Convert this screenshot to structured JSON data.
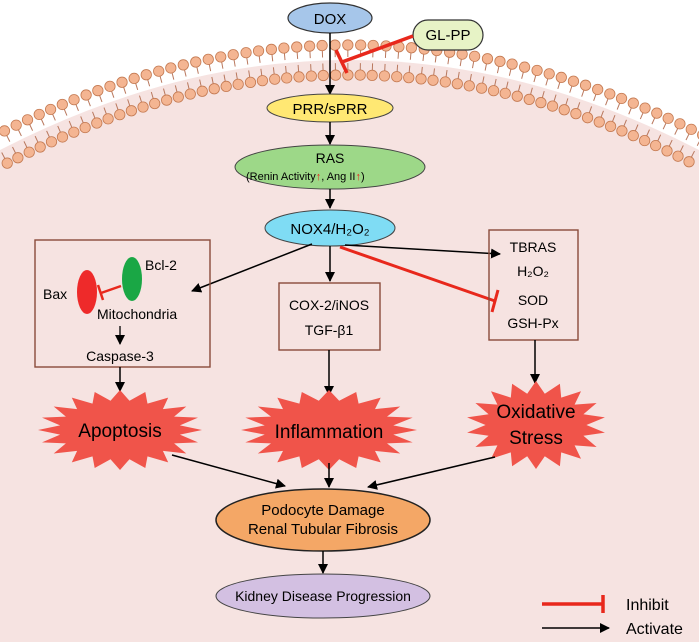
{
  "nodes": {
    "dox": "DOX",
    "glpp": "GL-PP",
    "prr": "PRR/sPRR",
    "ras": "RAS",
    "ras_sub_open": "(Renin Activity",
    "ras_sub_mid": ", Ang II",
    "ras_sub_close": ")",
    "nox": "NOX4/H₂O₂"
  },
  "left_box": {
    "bcl2": "Bcl-2",
    "bax": "Bax",
    "mito": "Mitochondria",
    "caspase": "Caspase-3"
  },
  "mid_box": {
    "line1": "COX-2/iNOS",
    "line2": "TGF-β1"
  },
  "right_box": {
    "tbras": "TBRAS",
    "h2o2": "H₂O₂",
    "sod": "SOD",
    "gsh": "GSH-Px"
  },
  "outcomes": {
    "apoptosis": "Apoptosis",
    "inflammation": "Inflammation",
    "oxidative_1": "Oxidative",
    "oxidative_2": "Stress"
  },
  "damage": {
    "line1": "Podocyte Damage",
    "line2": "Renal Tubular Fibrosis"
  },
  "progression": "Kidney Disease Progression",
  "legend": {
    "inhibit": "Inhibit",
    "activate": "Activate"
  },
  "colors": {
    "cell_fill": "#f6e3e1",
    "head_fill": "#f4b592",
    "inhibit": "#e8281c",
    "burst": "#f0544a",
    "dox_fill": "#a6c6ea",
    "glpp_fill": "#e7f3c6",
    "prr_fill": "#ffe873",
    "ras_fill": "#9dd888",
    "nox_fill": "#7fdcf4",
    "damage_fill": "#f4a766",
    "progression_fill": "#d3c0e2",
    "bax_fill": "#ee2a2a",
    "bcl2_fill": "#1aa745",
    "box_stroke": "#8a4b3a"
  }
}
